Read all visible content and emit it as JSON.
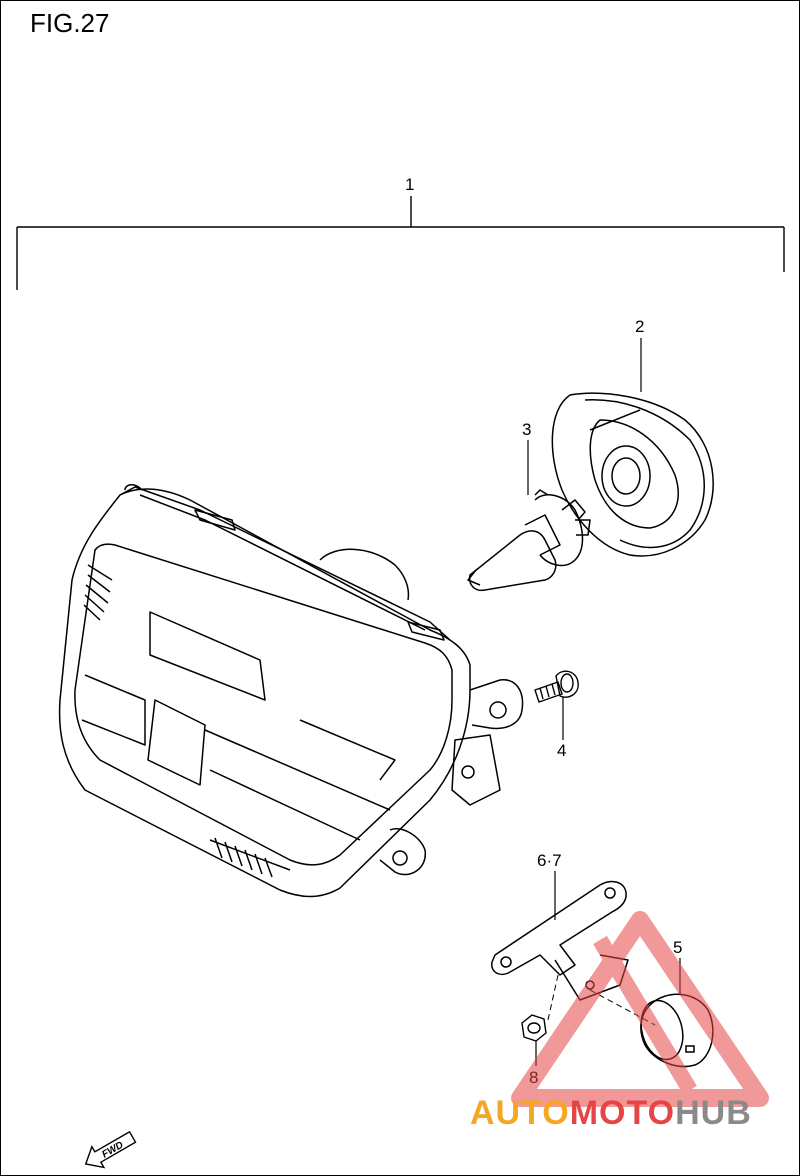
{
  "figure": {
    "title": "FIG.27"
  },
  "callouts": {
    "c1": "1",
    "c2": "2",
    "c3": "3",
    "c4": "4",
    "c5": "5",
    "c67": "6·7",
    "c8": "8"
  },
  "fwd_label": "FWD",
  "watermark": {
    "part1": "AUTO",
    "part2": "MOTO",
    "part3": "HUB",
    "color_orange": "#f5a623",
    "color_red": "#e64545",
    "color_gray": "#8a8a8a"
  }
}
